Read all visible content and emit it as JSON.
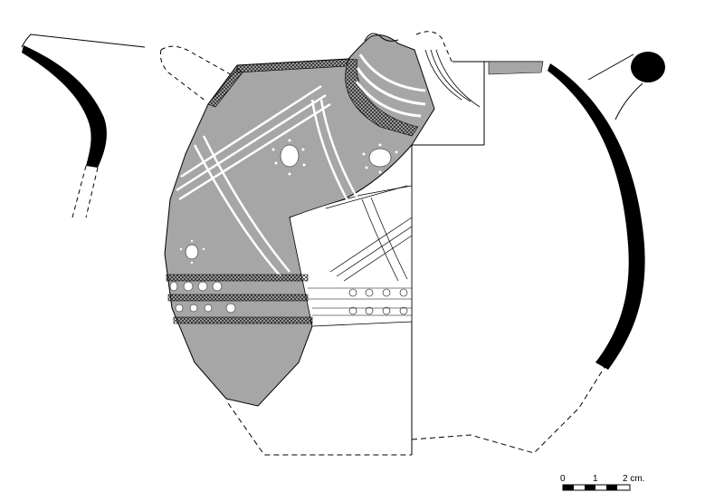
{
  "scale_bar": {
    "ticks": [
      "0",
      "1",
      "2 cm."
    ]
  },
  "colors": {
    "ink": "#000000",
    "slip": "#a6a6a6",
    "paper": "#ffffff"
  },
  "icons": [
    "jug-profile-section",
    "jug-exterior-decoration",
    "handle-section",
    "scale-bar"
  ]
}
